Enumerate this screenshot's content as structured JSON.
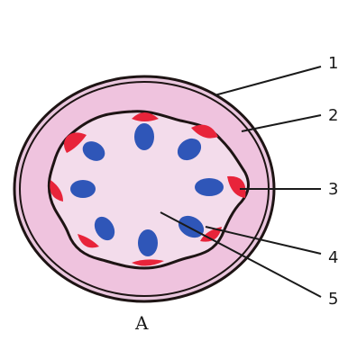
{
  "figure": {
    "caption": "A",
    "labels": [
      "1",
      "2",
      "3",
      "4",
      "5"
    ]
  },
  "colors": {
    "background": "#ffffff",
    "outer_ring_fill": "#e9c6dd",
    "cortex_fill": "#efc3de",
    "center_fill": "#f3dceb",
    "outline": "#1e1414",
    "phloem_red": "#e8243a",
    "xylem_blue": "#2f56b8",
    "leader_line": "#1a1a1a"
  }
}
